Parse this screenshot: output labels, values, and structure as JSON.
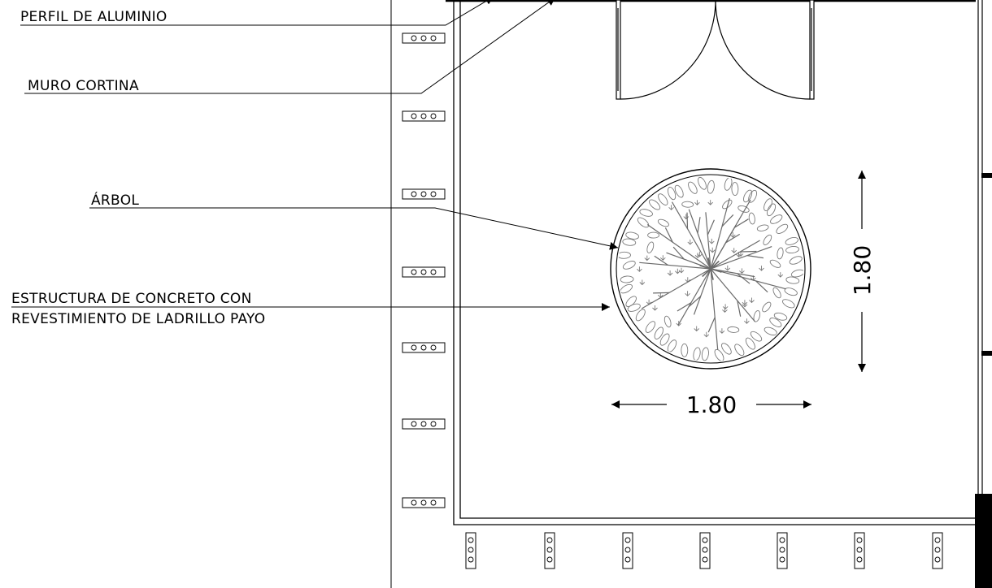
{
  "labels": {
    "perfil": "PERFIL DE ALUMINIO",
    "muro": "MURO CORTINA",
    "arbol": "ÁRBOL",
    "estructura_line1": "ESTRUCTURA DE CONCRETO CON",
    "estructura_line2": "REVESTIMIENTO DE LADRILLO PAYO"
  },
  "dimensions": {
    "horizontal": "1.80",
    "vertical": "1.80"
  }
}
